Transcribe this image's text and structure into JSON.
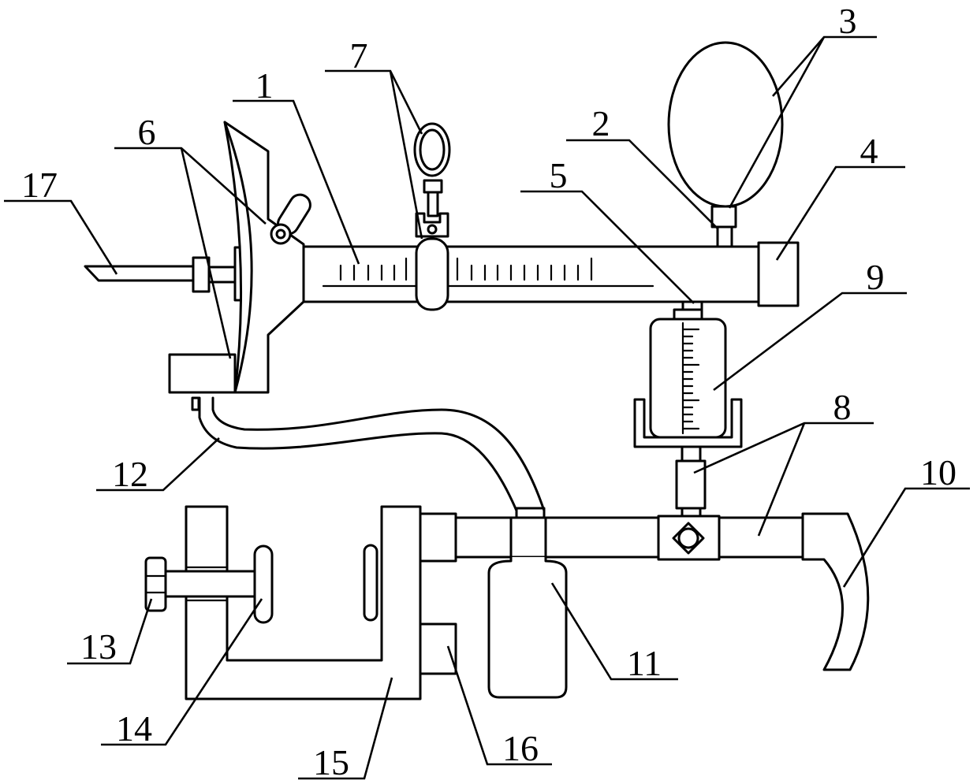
{
  "callouts": {
    "n1": "1",
    "n2": "2",
    "n3": "3",
    "n4": "4",
    "n5": "5",
    "n6": "6",
    "n7": "7",
    "n8": "8",
    "n9": "9",
    "n10": "10",
    "n11": "11",
    "n12": "12",
    "n13": "13",
    "n14": "14",
    "n15": "15",
    "n16": "16",
    "n17": "17"
  },
  "colors": {
    "line": "#000000",
    "background": "#ffffff"
  }
}
